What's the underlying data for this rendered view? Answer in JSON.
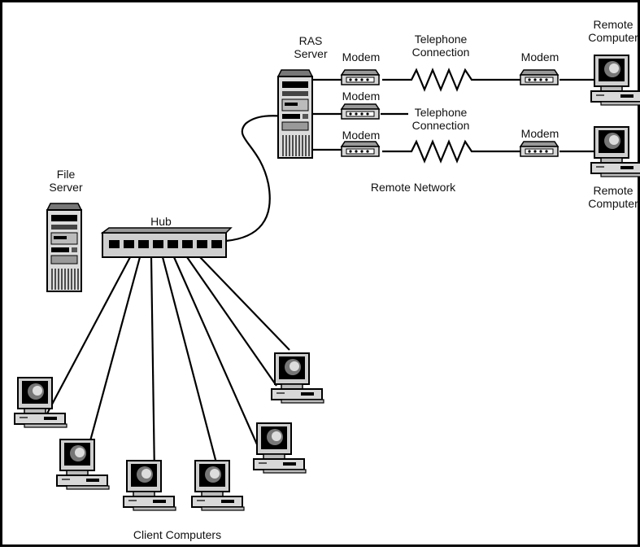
{
  "title": "",
  "labels": {
    "ras_server": [
      "RAS",
      "Server"
    ],
    "file_server": [
      "File",
      "Server"
    ],
    "hub": "Hub",
    "modem": "Modem",
    "telephone_connection": [
      "Telephone",
      "Connection"
    ],
    "remote_computer": [
      "Remote",
      "Computer"
    ],
    "remote_network": "Remote Network",
    "client_computers": "Client Computers"
  }
}
